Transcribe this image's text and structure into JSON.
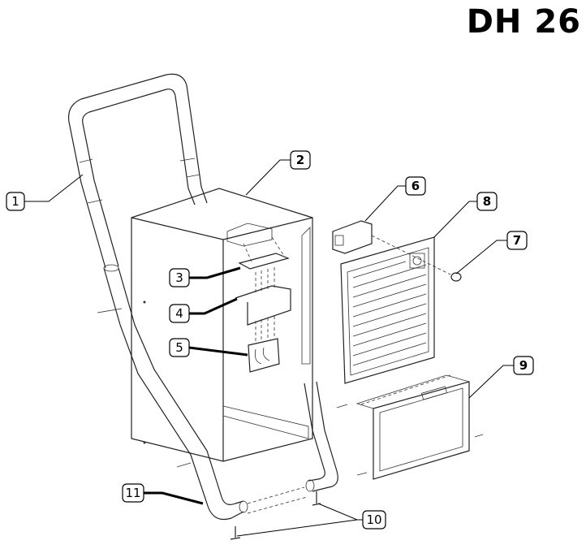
{
  "title": "DH 26",
  "callouts": [
    "1",
    "2",
    "3",
    "4",
    "5",
    "6",
    "7",
    "8",
    "9",
    "10",
    "11"
  ]
}
